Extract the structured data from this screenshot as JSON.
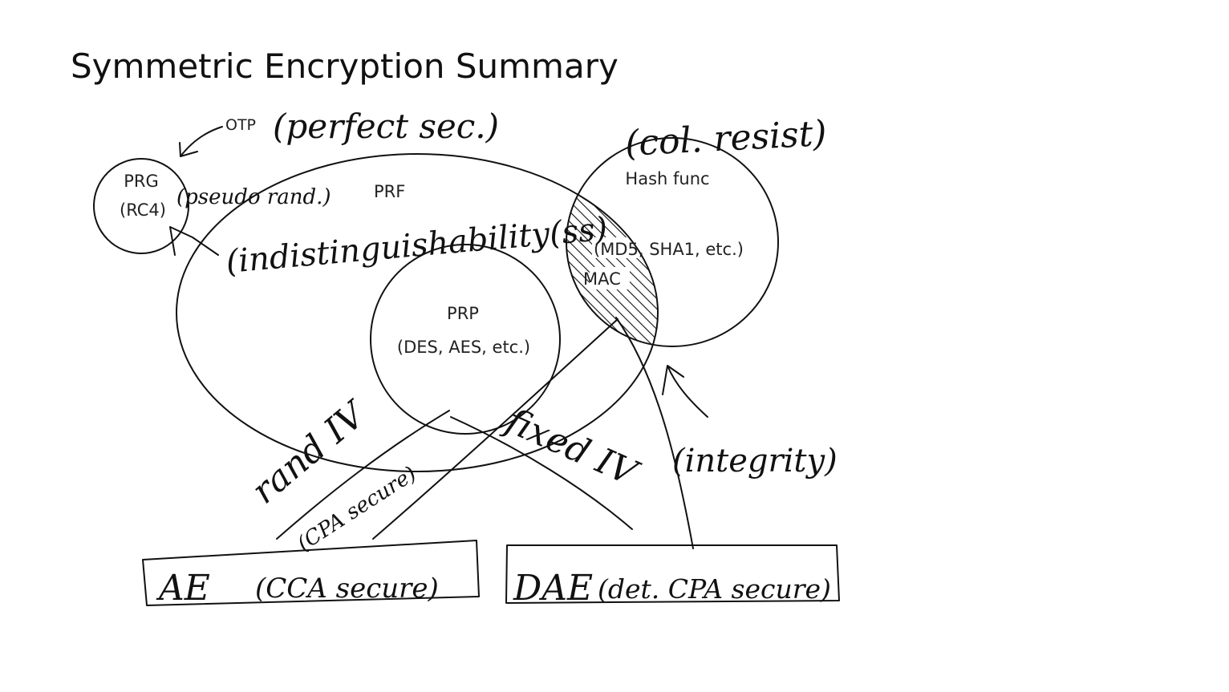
{
  "slide": {
    "title": "Symmetric Encryption Summary"
  },
  "nodes": {
    "otp": {
      "label": "OTP",
      "note": "(perfect sec.)"
    },
    "prg": {
      "name": "PRG",
      "example": "(RC4)",
      "note": "(pseudo rand.)"
    },
    "prf": {
      "name": "PRF",
      "note": "(indistinguishability(ss)"
    },
    "prp": {
      "name": "PRP",
      "example": "(DES, AES, etc.)"
    },
    "hash": {
      "name": "Hash func",
      "example": "(MD5, SHA1, etc.)",
      "note": "(col. resist)"
    },
    "mac": {
      "name": "MAC"
    }
  },
  "edges": {
    "rand_iv": "rand IV",
    "cpa_secure": "(CPA secure)",
    "fixed_iv": "fixed IV",
    "integrity": "(integrity)"
  },
  "boxes": {
    "ae": {
      "name": "AE",
      "note": "(CCA secure)"
    },
    "dae": {
      "name": "DAE",
      "note": "(det. CPA secure)"
    }
  },
  "colors": {
    "ink": "#111111",
    "text": "#222222",
    "background": "#ffffff"
  }
}
